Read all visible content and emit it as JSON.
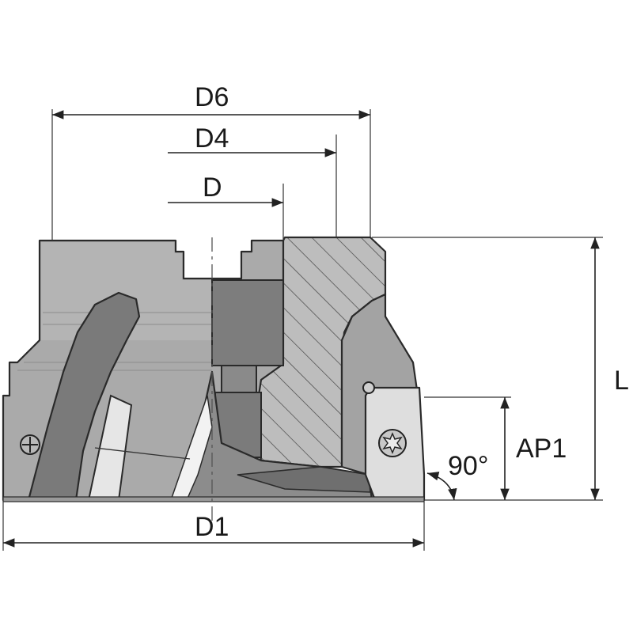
{
  "diagram": {
    "colors": {
      "body": "#a7a7a7",
      "body_light": "#b5b5b5",
      "body_dark": "#7e7e7e",
      "insert": "#d9d9d9",
      "line": "#222222",
      "background": "#ffffff"
    },
    "labels": {
      "d6": "D6",
      "d4": "D4",
      "d": "D",
      "d1": "D1",
      "l": "L",
      "ap1": "AP1",
      "angle": "90°"
    },
    "icons": {
      "screw_left": "circle-cross-screw-icon",
      "screw_right": "torx-screw-icon"
    }
  }
}
